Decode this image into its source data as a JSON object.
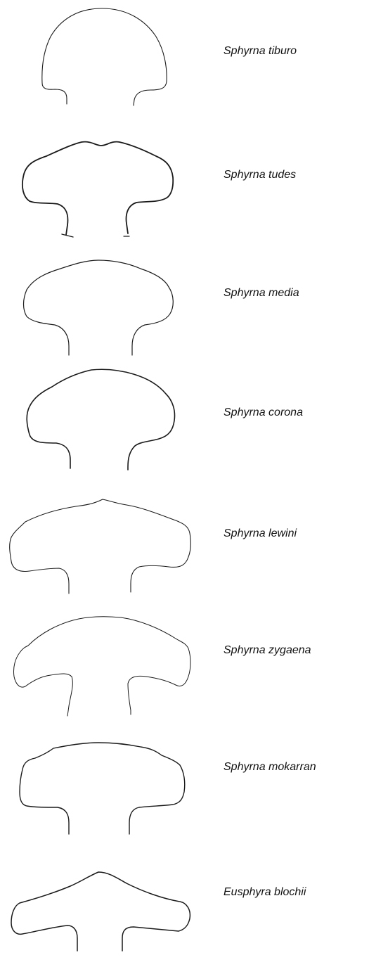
{
  "species": [
    {
      "name": "Sphyrna tiburo"
    },
    {
      "name": "Sphyrna tudes"
    },
    {
      "name": "Sphyrna media"
    },
    {
      "name": "Sphyrna corona"
    },
    {
      "name": "Sphyrna lewini"
    },
    {
      "name": "Sphyrna zygaena"
    },
    {
      "name": "Sphyrna mokarran"
    },
    {
      "name": "Eusphyra blochii"
    }
  ]
}
